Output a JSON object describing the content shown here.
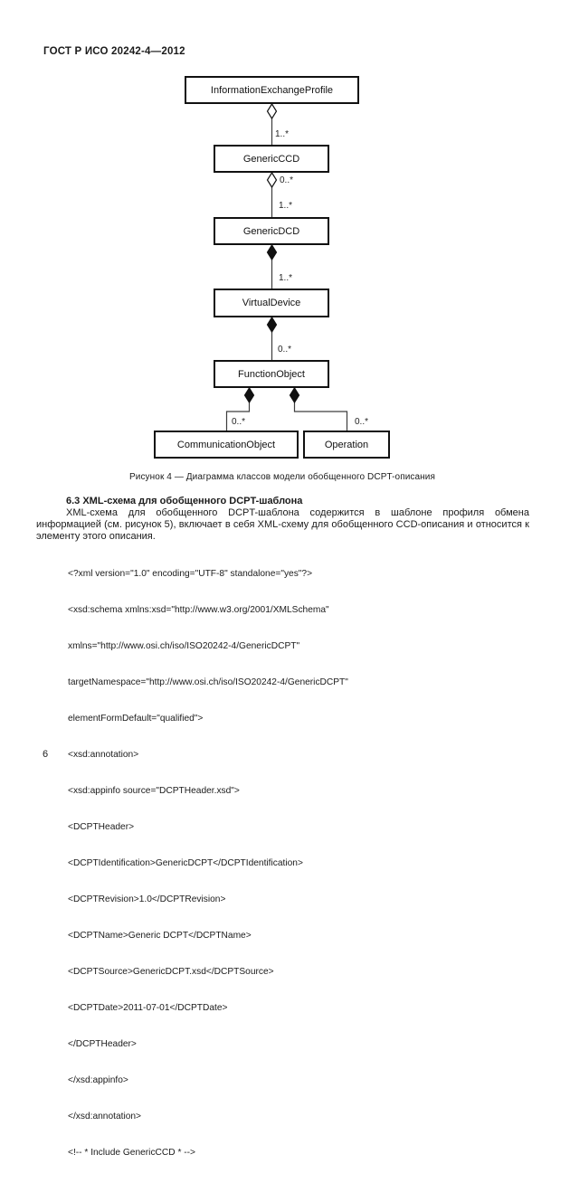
{
  "page": {
    "header": "ГОСТ Р ИСО 20242-4—2012",
    "page_number": "6"
  },
  "diagram": {
    "caption": "Рисунок 4 — Диаграмма классов модели обобщенного DCPT-описания",
    "nodes": [
      {
        "name": "InformationExchangeProfile"
      },
      {
        "name": "GenericCCD"
      },
      {
        "name": "GenericDCD"
      },
      {
        "name": "VirtualDevice"
      },
      {
        "name": "FunctionObject"
      },
      {
        "name": "CommunicationObject"
      },
      {
        "name": "Operation"
      }
    ],
    "edges": [
      {
        "from": "InformationExchangeProfile",
        "to": "GenericCCD",
        "diamond": "hollow",
        "target_multiplicity": "1..*"
      },
      {
        "from": "GenericCCD",
        "to": "GenericDCD",
        "diamond": "hollow",
        "source_multiplicity": "0..*",
        "target_multiplicity": "1..*"
      },
      {
        "from": "GenericDCD",
        "to": "VirtualDevice",
        "diamond": "filled",
        "target_multiplicity": "1..*"
      },
      {
        "from": "VirtualDevice",
        "to": "FunctionObject",
        "diamond": "filled",
        "target_multiplicity": "0..*"
      },
      {
        "from": "FunctionObject",
        "to": "CommunicationObject",
        "diamond": "filled",
        "target_multiplicity": "0..*"
      },
      {
        "from": "FunctionObject",
        "to": "Operation",
        "diamond": "filled",
        "target_multiplicity": "0..*"
      }
    ]
  },
  "section": {
    "heading": "6.3 XML-схема для обобщенного DCPT-шаблона",
    "paragraph": "XML-схема для обобщенного DCPT-шаблона содержится в шаблоне профиля обмена информацией (см. рисунок 5), включает в себя XML-схему для обобщенного CCD-описания и относится к элементу этого описания."
  },
  "code": {
    "lines": [
      "<?xml version=\"1.0\" encoding=\"UTF-8\" standalone=\"yes\"?>",
      "<xsd:schema xmlns:xsd=\"http://www.w3.org/2001/XMLSchema\"",
      "xmlns=\"http://www.osi.ch/iso/ISO20242-4/GenericDCPT\"",
      "targetNamespace=\"http://www.osi.ch/iso/ISO20242-4/GenericDCPT\"",
      "elementFormDefault=\"qualified\">",
      "<xsd:annotation>",
      "<xsd:appinfo source=\"DCPTHeader.xsd\">",
      "<DCPTHeader>",
      "<DCPTIdentification>GenericDCPT</DCPTIdentification>",
      "<DCPTRevision>1.0</DCPTRevision>",
      "<DCPTName>Generic DCPT</DCPTName>",
      "<DCPTSource>GenericDCPT.xsd</DCPTSource>",
      "<DCPTDate>2011-07-01</DCPTDate>",
      "</DCPTHeader>",
      "</xsd:appinfo>",
      "</xsd:annotation>",
      "<!-- * Include GenericCCD * -->"
    ]
  },
  "colors": {
    "ink": "#1b1b1b",
    "box_border": "#111111",
    "connector": "#3d3d3d",
    "background": "#ffffff"
  }
}
